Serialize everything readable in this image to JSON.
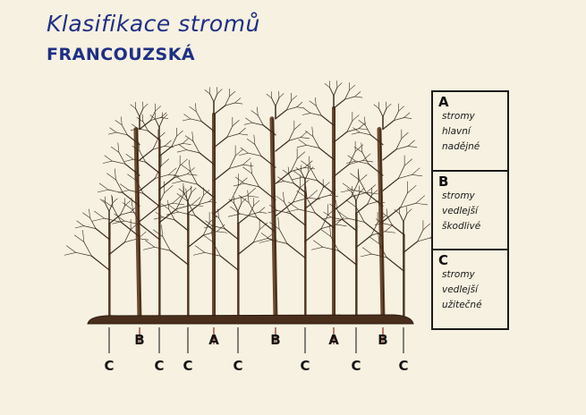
{
  "title": "Klasifikace stromů",
  "subtitle": "FRANCOUZSKÁ",
  "legend": [
    {
      "letter": "A",
      "text": "stromy\nhlavní\nnadějné"
    },
    {
      "letter": "B",
      "text": "stromy\nvedlejší\nškodlivé"
    },
    {
      "letter": "C",
      "text": "stromy\nvedlejší\nužitečné"
    }
  ],
  "trees": [
    {
      "cls": "C",
      "height": 0.45
    },
    {
      "cls": "B",
      "height": 0.9
    },
    {
      "cls": "C",
      "height": 0.85
    },
    {
      "cls": "C",
      "height": 0.5
    },
    {
      "cls": "A",
      "height": 0.97
    },
    {
      "cls": "C",
      "height": 0.45
    },
    {
      "cls": "B",
      "height": 0.95
    },
    {
      "cls": "C",
      "height": 0.6
    },
    {
      "cls": "A",
      "height": 1.0
    },
    {
      "cls": "C",
      "height": 0.5
    },
    {
      "cls": "B",
      "height": 0.9
    },
    {
      "cls": "C",
      "height": 0.4
    }
  ]
}
